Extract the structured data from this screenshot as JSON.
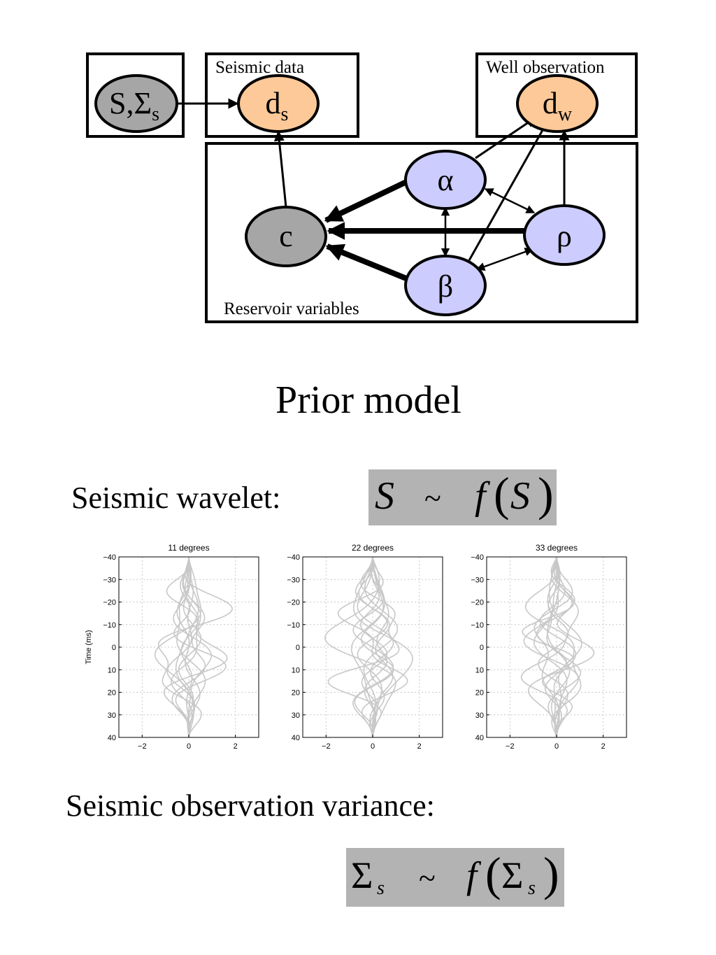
{
  "diagram": {
    "boxes": {
      "seismic_data": "Seismic data",
      "well_observation": "Well observation",
      "reservoir_variables": "Reservoir variables"
    },
    "nodes": {
      "wavelet": {
        "main": "S,Σ",
        "sub": "s"
      },
      "ds": {
        "main": "d",
        "sub": "s"
      },
      "dw": {
        "main": "d",
        "sub": "w"
      },
      "c": {
        "main": "c"
      },
      "alpha": {
        "main": "α"
      },
      "beta": {
        "main": "β"
      },
      "rho": {
        "main": "ρ"
      }
    },
    "colors": {
      "orange": "#fdc998",
      "blue": "#ccccff",
      "gray": "#a6a6a6"
    }
  },
  "title": "Prior model",
  "wavelet": {
    "label": "Seismic wavelet:",
    "formula": {
      "lhs": "S",
      "tilde": "~",
      "f": "f",
      "arg": "S"
    }
  },
  "variance": {
    "label": "Seismic observation variance:",
    "formula": {
      "lhs": "Σ",
      "lhs_sub": "s",
      "tilde": "~",
      "f": "f",
      "arg": "Σ",
      "arg_sub": "s"
    }
  },
  "chart_data": [
    {
      "type": "line",
      "title": "11 degrees",
      "ylabel": "Time (ms)",
      "xlabel": "",
      "xlim": [
        -3,
        3
      ],
      "ylim": [
        -40,
        40
      ],
      "y_reversed": true,
      "grid": true,
      "xticks": [
        "−2",
        "0",
        "2"
      ],
      "yticks": [
        "−40",
        "−30",
        "−20",
        "−10",
        "0",
        "10",
        "20",
        "30",
        "40"
      ],
      "line_color": "#c8c8c8"
    },
    {
      "type": "line",
      "title": "22 degrees",
      "ylabel": "",
      "xlabel": "",
      "xlim": [
        -3,
        3
      ],
      "ylim": [
        -40,
        40
      ],
      "y_reversed": true,
      "grid": true,
      "xticks": [
        "−2",
        "0",
        "2"
      ],
      "yticks": [
        "−40",
        "−30",
        "−20",
        "−10",
        "0",
        "10",
        "20",
        "30",
        "40"
      ],
      "line_color": "#c8c8c8"
    },
    {
      "type": "line",
      "title": "33 degrees",
      "ylabel": "",
      "xlabel": "",
      "xlim": [
        -3,
        3
      ],
      "ylim": [
        -40,
        40
      ],
      "y_reversed": true,
      "grid": true,
      "xticks": [
        "−2",
        "0",
        "2"
      ],
      "yticks": [
        "−40",
        "−30",
        "−20",
        "−10",
        "0",
        "10",
        "20",
        "30",
        "40"
      ],
      "line_color": "#c8c8c8"
    }
  ]
}
